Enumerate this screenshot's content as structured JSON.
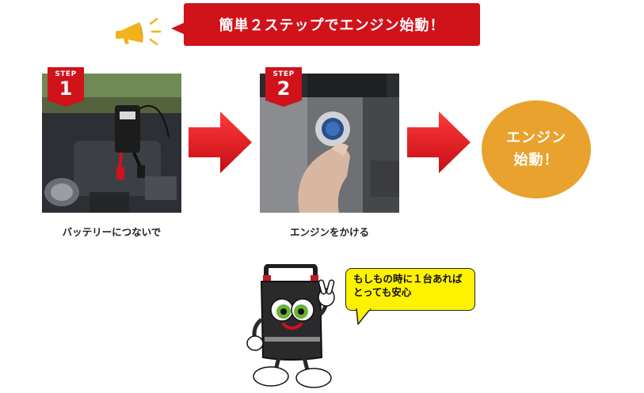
{
  "banner": {
    "text": "簡単２ステップでエンジン始動！",
    "icon": "megaphone-icon"
  },
  "steps": [
    {
      "label": "STEP",
      "number": "1",
      "caption": "バッテリーにつないで",
      "photo": "battery-clamps-photo"
    },
    {
      "label": "STEP",
      "number": "2",
      "caption": "エンジンをかける",
      "photo": "engine-start-button-photo"
    }
  ],
  "result": {
    "line1": "エンジン",
    "line2": "始動！"
  },
  "bubble": {
    "line1": "もしもの時に１台あれば",
    "line2": "とっても安心"
  },
  "colors": {
    "banner_red": "#d0121b",
    "arrow_red": "#e3141d",
    "result_orange": "#e8a22d",
    "megaphone_yellow": "#f2b21b",
    "bubble_yellow": "#fff200"
  }
}
